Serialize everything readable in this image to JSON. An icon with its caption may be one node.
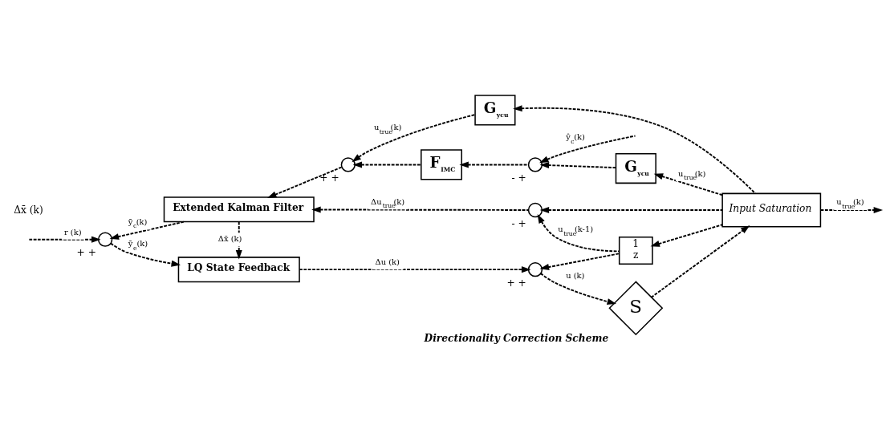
{
  "diagram": {
    "nodes": [
      {
        "text": [
          "LQ State Feedback"
        ]
      },
      {
        "text": [
          "Extended Kalman Filter"
        ]
      },
      {
        "text": [],
        "shape": "circle",
        "beside": [
          "+",
          "+"
        ]
      },
      {
        "text": [],
        "shape": "circle",
        "beside": [
          "+",
          "+"
        ]
      },
      {
        "text": [
          "Directionality Correction Scheme",
          "S"
        ]
      },
      {
        "text": [
          "Input Saturation"
        ]
      },
      {
        "text": [
          "1",
          "z"
        ]
      },
      {
        "text": [],
        "shape": "circle",
        "beside": [
          "-",
          "+"
        ]
      },
      {
        "text": [
          "G$_{ycu}$"
        ]
      },
      {
        "text": [
          "G$_{ycu}$"
        ]
      },
      {
        "text": [],
        "shape": "circle",
        "beside": [
          "+",
          "+"
        ]
      },
      {
        "text": [
          "F$_{IMC}$"
        ]
      },
      {
        "text": [],
        "shape": "circle",
        "beside": [
          "-",
          "+"
        ]
      }
    ],
    "edges": [
      {
        "from": null,
        "to": 2,
        "arrow": "to",
        "label": "r (k)"
      },
      {
        "from": 2,
        "to": 0,
        "arrow": "to",
        "label": "ȳ$_{e}$(k)"
      },
      {
        "from": 1,
        "to": 0,
        "arrow": "to",
        "label": "Δx̄ (k)"
      },
      {
        "from": 1,
        "to": 2,
        "arrow": "to",
        "label": "ȳ$_{c}$(k)"
      },
      {
        "from": 0,
        "to": 3,
        "arrow": "to",
        "label": "Δu (k)"
      },
      {
        "from": 3,
        "to": 4,
        "arrow": "to",
        "label": "u (k)"
      },
      {
        "from": 4,
        "to": 5,
        "arrow": "to"
      },
      {
        "from": 5,
        "to": null,
        "arrow": "to",
        "label": "u$_{true}$(k)"
      },
      {
        "from": 5,
        "to": 6,
        "arrow": "to"
      },
      {
        "from": 6,
        "to": 3,
        "arrow": "to"
      },
      {
        "from": 6,
        "to": 7,
        "arrow": "to",
        "label": "u$_{true}$(k-1)"
      },
      {
        "from": 5,
        "to": 7,
        "arrow": "to"
      },
      {
        "from": 7,
        "to": 1,
        "arrow": "to",
        "label": "Δu$_{true}$(k)"
      },
      {
        "from": 5,
        "to": 8,
        "arrow": "to"
      },
      {
        "from": 5,
        "to": 9,
        "arrow": "to",
        "label": "u$_{true}$(k)"
      },
      {
        "from": 8,
        "to": 10,
        "arrow": "to",
        "label": "u$_{true}$(k)"
      },
      {
        "from": 9,
        "to": 12,
        "arrow": "to"
      },
      {
        "from": null,
        "to": 12,
        "arrow": "to",
        "label": "ŷ$_{c}$(k)"
      },
      {
        "from": 12,
        "to": 11,
        "arrow": "to"
      },
      {
        "from": 11,
        "to": 10,
        "arrow": "to"
      },
      {
        "from": 10,
        "to": 1,
        "arrow": "to"
      }
    ],
    "labels": [
      "Δx̄ (k)"
    ]
  }
}
